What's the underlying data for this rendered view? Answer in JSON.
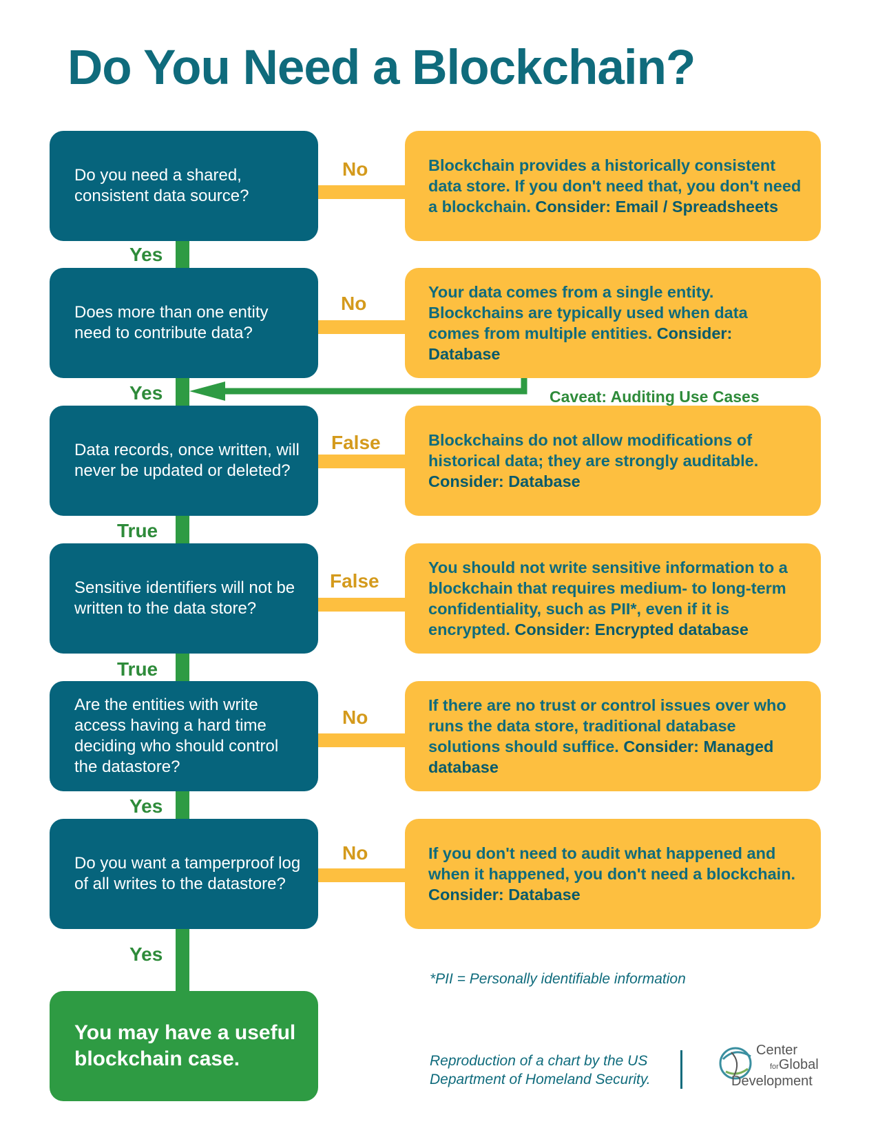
{
  "title": "Do You Need a Blockchain?",
  "steps": [
    {
      "question": "Do you need a shared, consistent data source?",
      "negative_label": "No",
      "answer_text": "Blockchain provides a historically consistent data store. If you don't need that, you don't need a blockchain.",
      "answer_consider": "Consider: Email / Spreadsheets",
      "positive_label": "Yes"
    },
    {
      "question": "Does more than one entity need to contribute data?",
      "negative_label": "No",
      "answer_text": "Your data comes from a single entity. Blockchains are typically used when data comes from multiple entities.",
      "answer_consider": "Consider: Database",
      "positive_label": "Yes"
    },
    {
      "question": "Data records, once written, will never be updated or deleted?",
      "negative_label": "False",
      "answer_text": "Blockchains do not allow modifications of historical data; they are strongly auditable.",
      "answer_consider": "Consider: Database",
      "positive_label": "True"
    },
    {
      "question": "Sensitive identifiers will not be written to the data store?",
      "negative_label": "False",
      "answer_text": "You should not write sensitive information to a blockchain that requires medium- to long-term confidentiality, such as PII*, even if it is encrypted.",
      "answer_consider": "Consider: Encrypted database",
      "positive_label": "True"
    },
    {
      "question": "Are the entities with write access having a hard time deciding who should control the datastore?",
      "negative_label": "No",
      "answer_text": "If there are no trust or control issues over who runs the data store, traditional database solutions should suffice.",
      "answer_consider": "Consider: Managed database",
      "positive_label": "Yes"
    },
    {
      "question": "Do you want a tamperproof log of all writes to the datastore?",
      "negative_label": "No",
      "answer_text": "If you don't need to audit what happened and when it happened, you don't need a blockchain.",
      "answer_consider": "Consider: Database",
      "positive_label": "Yes"
    }
  ],
  "caveat": "Caveat: Auditing Use Cases",
  "final_result": "You may have a useful blockchain case.",
  "footnote": "*PII = Personally identifiable information",
  "attribution": "Reproduction of a chart by the US Department of Homeland Security.",
  "logo": {
    "line1": "Center",
    "line2": "Global",
    "line3": "Development",
    "for_text": "for"
  },
  "colors": {
    "question_box": "#06647c",
    "answer_box": "#fdbf40",
    "yes_path": "#2e9b43",
    "no_path": "#fdbf40",
    "title": "#0f6b7c"
  }
}
